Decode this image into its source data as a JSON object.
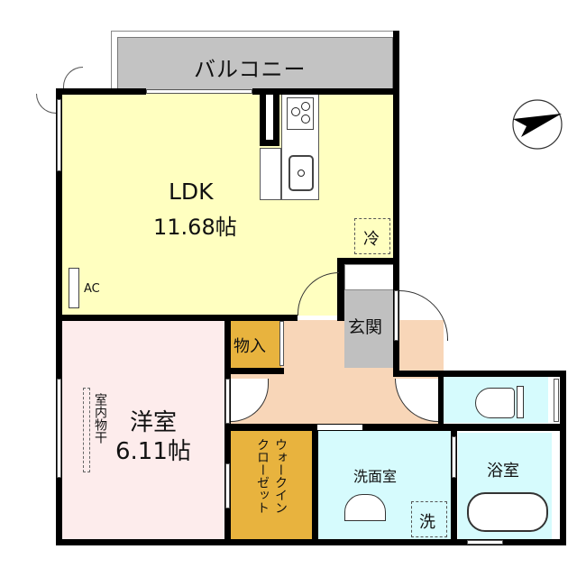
{
  "floorplan": {
    "balcony": {
      "label": "バルコニー",
      "color": "#c3c3c3"
    },
    "rooms": {
      "ldk": {
        "label": "LDK",
        "size": "11.68帖",
        "color": "#ffffc0"
      },
      "western_room": {
        "label": "洋室",
        "size": "6.11帖",
        "color": "#fdecec"
      },
      "storage": {
        "label": "物入",
        "color": "#e8b33e"
      },
      "entrance": {
        "label": "玄関",
        "color": "#c0c0c0"
      },
      "hallway": {
        "color": "#f8d6b8"
      },
      "walk_in_closet": {
        "label_col1": "ウォークイン",
        "label_col2": "クローゼット",
        "color": "#e8b33e"
      },
      "washroom": {
        "label": "洗面室",
        "color": "#d6fbfd"
      },
      "bathroom": {
        "label": "浴室",
        "color": "#d6fbfd"
      },
      "toilet": {
        "color": "#d6fbfd"
      }
    },
    "fixtures": {
      "fridge": "冷",
      "washer": "洗",
      "ac": "AC",
      "indoor_drying": "室内物干"
    },
    "compass": {
      "icon": "north-arrow-icon"
    }
  }
}
